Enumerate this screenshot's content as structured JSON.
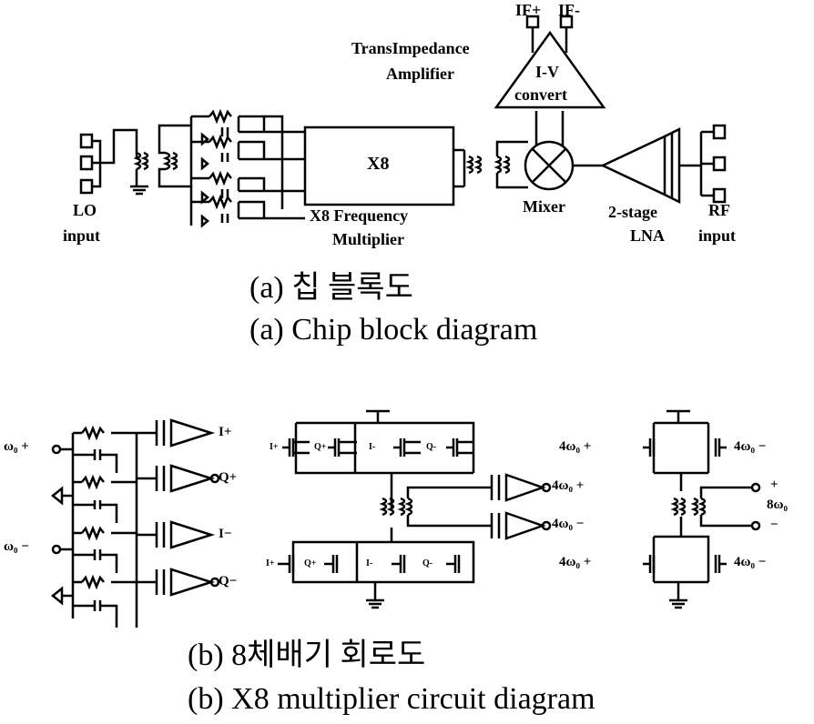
{
  "block": {
    "if_plus": "IF+",
    "if_minus": "IF-",
    "tia_line1": "TransImpedance",
    "tia_line2": "Amplifier",
    "iv_line1": "I-V",
    "iv_line2": "convert",
    "x8": "X8",
    "mult_line1": "X8 Frequency",
    "mult_line2": "Multiplier",
    "mixer": "Mixer",
    "lna_line1": "2-stage",
    "lna_line2": "LNA",
    "lo_line1": "LO",
    "lo_line2": "input",
    "rf_line1": "RF",
    "rf_line2": "input",
    "caption_kr": "(a) 칩 블록도",
    "caption_en": "(a) Chip block diagram"
  },
  "circuit": {
    "w0_plus": "ω₀ +",
    "w0_minus": "ω₀ −",
    "i_plus": "I+",
    "q_plus": "Q+",
    "i_minus": "I−",
    "q_minus": "Q−",
    "t_iplus": "I+",
    "t_qplus": "Q+",
    "t_iminus": "I-",
    "t_qminus": "Q-",
    "b_iplus": "I+",
    "b_qplus": "Q+",
    "b_iminus": "I-",
    "b_qminus": "Q-",
    "out_4w0_plus": "4ω₀ +",
    "out_4w0_minus": "4ω₀ −",
    "in_4w0_plus_top": "4ω₀ +",
    "in_4w0_minus_top": "4ω₀ −",
    "in_4w0_plus_bot": "4ω₀ +",
    "in_4w0_minus_bot": "4ω₀ −",
    "out_plus": "+",
    "out_8w0": "8ω₀",
    "out_minus": "−",
    "caption_kr": "(b) 8체배기 회로도",
    "caption_en": "(b) X8 multiplier circuit diagram"
  }
}
